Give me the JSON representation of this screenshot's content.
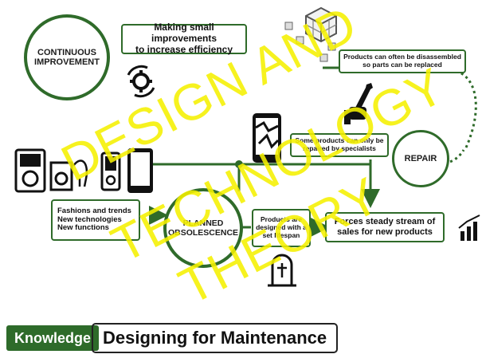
{
  "nodes": {
    "continuous": "CONTINUOUS\nIMPROVEMENT",
    "planned": "PLANNED\nOBSOLESCENCE",
    "repair": "REPAIR"
  },
  "boxes": {
    "improvements": "Making small improvements\nto increase efficiency",
    "disassembled": "Products can often be disassembled\nso parts can be replaced",
    "specialists": "Some products can only be\nrepaired by specialists",
    "fashions": "Fashions and trends\nNew technologies\nNew functions",
    "lifespan": "Products are\ndesigned with a\nset lifespan",
    "forces": "Forces steady stream of\nsales for new products"
  },
  "footer": {
    "badge": "Knowledge",
    "title": "Designing for Maintenance"
  },
  "watermark": {
    "line1": "DESIGN AND",
    "line2": "TECHNOLOGY",
    "line3": "THEORY",
    "color": "#f5f000"
  },
  "colors": {
    "accent": "#2f6b2a"
  },
  "icons": [
    "gear-cycle-icon",
    "cube-icon",
    "wrench-hand-icon",
    "broken-phone-icon",
    "mp3-player-icon",
    "ipod-icon",
    "phone-icon",
    "tombstone-icon",
    "bar-chart-icon"
  ]
}
